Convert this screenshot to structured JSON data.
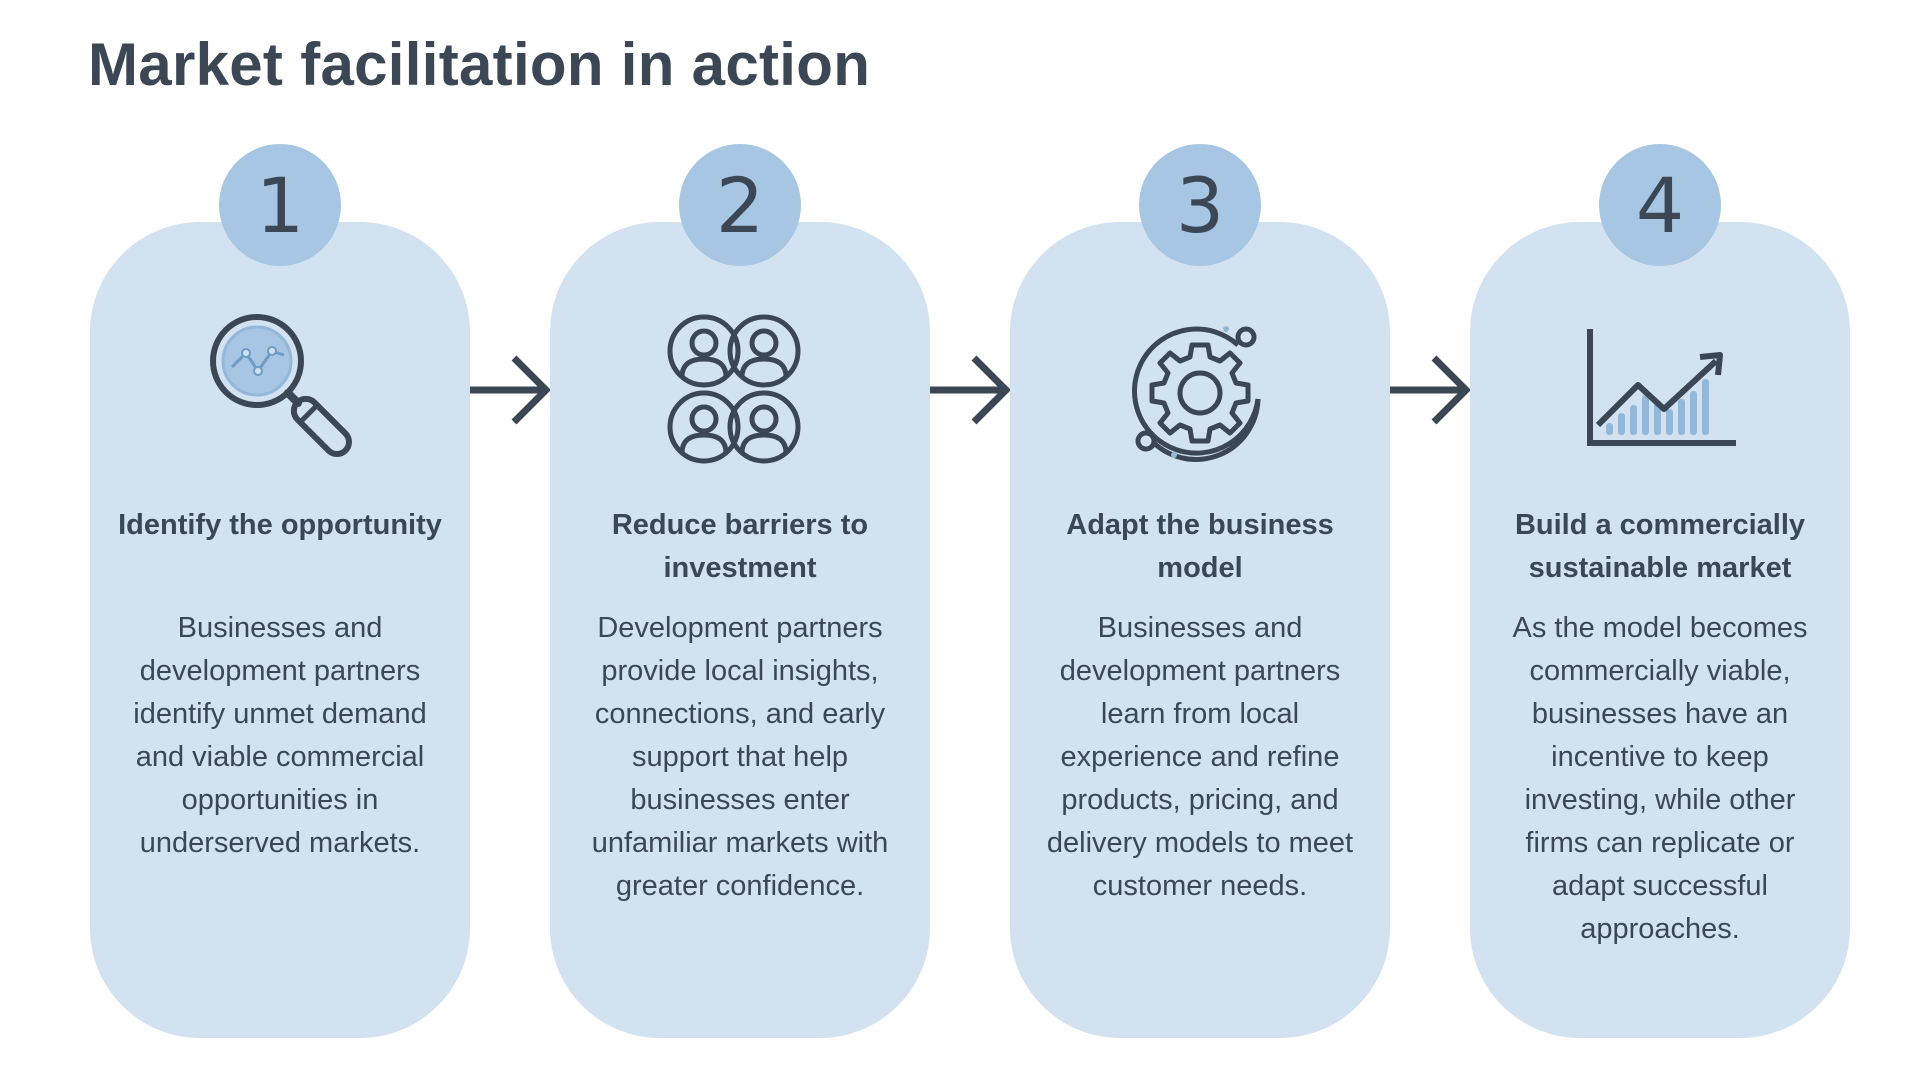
{
  "title": "Market facilitation in action",
  "steps": [
    {
      "number": "1",
      "icon": "magnifier-chart-icon",
      "title": "Identify the opportunity",
      "description": "Businesses and development partners identify unmet demand and viable commercial opportunities in underserved markets."
    },
    {
      "number": "2",
      "icon": "people-group-icon",
      "title": "Reduce barriers to investment",
      "description": "Development partners provide local insights, connections, and early support that help businesses enter unfamiliar markets with greater confidence."
    },
    {
      "number": "3",
      "icon": "gear-cycle-icon",
      "title": "Adapt the business model",
      "description": "Businesses and development partners learn from local experience and refine products, pricing, and delivery models to meet customer needs."
    },
    {
      "number": "4",
      "icon": "growth-chart-icon",
      "title": "Build a commercially sustainable market",
      "description": "As the model becomes commercially viable, businesses have an incentive to keep investing, while other firms can replicate or adapt successful approaches."
    }
  ],
  "colors": {
    "card": "#d3e2f0",
    "badge": "#a7c6e3",
    "text": "#3b4754",
    "accent_light": "#93b8da"
  }
}
